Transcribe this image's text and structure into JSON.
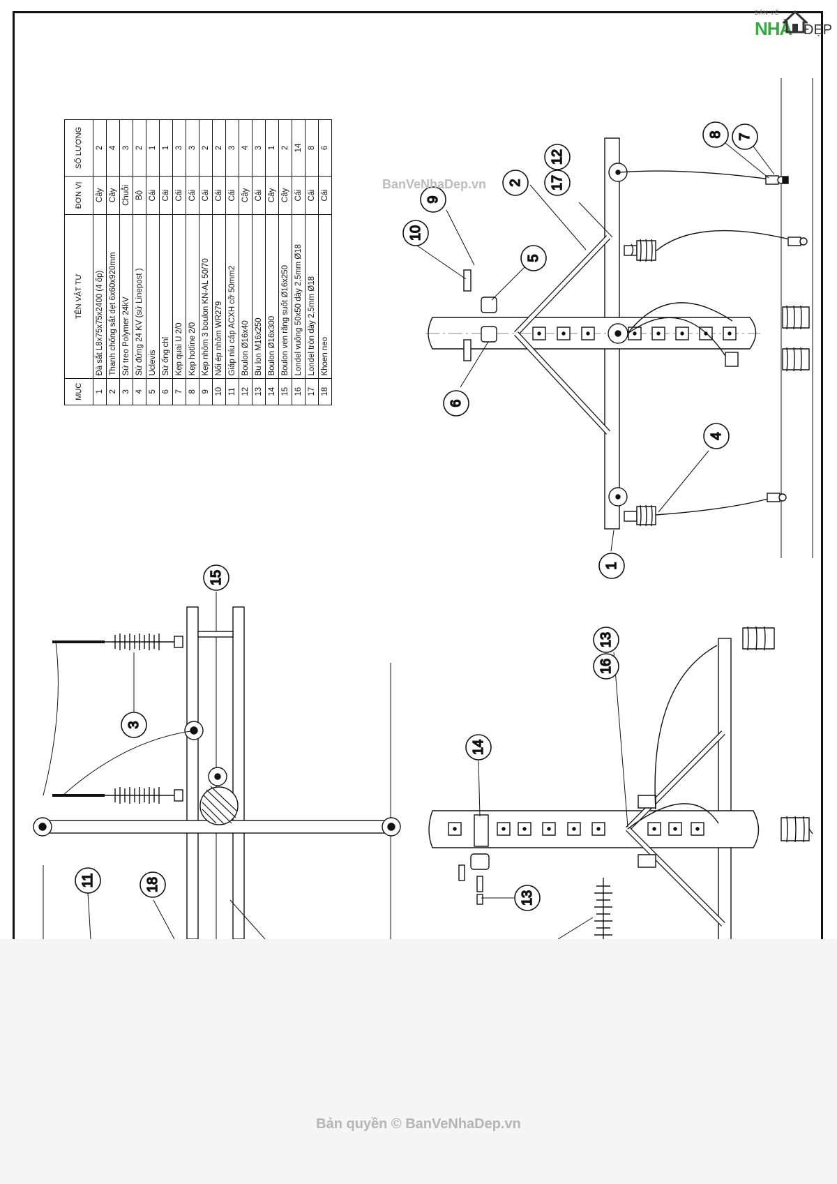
{
  "logo": {
    "top_text": "BẢN VẼ",
    "brand_a": "NHÀ",
    "brand_b": "ĐẸP"
  },
  "watermark": "BanVeNhaDep.vn",
  "copyright": "Bản quyền © BanVeNhaDep.vn",
  "table": {
    "headers": {
      "item": "MỤC",
      "name": "TÊN VẬT TƯ",
      "unit": "ĐƠN VỊ",
      "qty": "SỐ LƯỢNG"
    },
    "rows": [
      {
        "item": "1",
        "name": "Đà sắt L8x75x75x2400 (4 ốp)",
        "unit": "Cây",
        "qty": "2"
      },
      {
        "item": "2",
        "name": "Thanh chống sắt dẹt 6x60x920mm",
        "unit": "Cây",
        "qty": "4"
      },
      {
        "item": "3",
        "name": "Sứ treo Polymer 24kV",
        "unit": "Chuỗi",
        "qty": "3"
      },
      {
        "item": "4",
        "name": "Sứ đứng 24 KV (sứ Linepost )",
        "unit": "Bộ",
        "qty": "2"
      },
      {
        "item": "5",
        "name": "Uclevis",
        "unit": "Cái",
        "qty": "1"
      },
      {
        "item": "6",
        "name": "Sứ ống chỉ",
        "unit": "Cái",
        "qty": "1"
      },
      {
        "item": "7",
        "name": "Kẹp quai U 2/0",
        "unit": "Cái",
        "qty": "3"
      },
      {
        "item": "8",
        "name": "Kẹp hotline 2/0",
        "unit": "Cái",
        "qty": "3"
      },
      {
        "item": "9",
        "name": "Kẹp nhôm 3 boulon KN-AL 50/70",
        "unit": "Cái",
        "qty": "2"
      },
      {
        "item": "10",
        "name": "Nối ép nhôm WR279",
        "unit": "Cái",
        "qty": "2"
      },
      {
        "item": "11",
        "name": "Giáp níu cáp ACXH cỡ 50mm2",
        "unit": "Cái",
        "qty": "3"
      },
      {
        "item": "12",
        "name": "Boulon Ø16x40",
        "unit": "Cây",
        "qty": "4"
      },
      {
        "item": "13",
        "name": "Bu lon M16x250",
        "unit": "Cái",
        "qty": "3"
      },
      {
        "item": "14",
        "name": "Boulon Ø16x300",
        "unit": "Cây",
        "qty": "1"
      },
      {
        "item": "15",
        "name": "Boulon ven răng suốt Ø16x250",
        "unit": "Cây",
        "qty": "2"
      },
      {
        "item": "16",
        "name": "Londel vuông 50x50 dày 2,5mm Ø18",
        "unit": "Cái",
        "qty": "14"
      },
      {
        "item": "17",
        "name": "Londel tròn dày 2,5mm Ø18",
        "unit": "Cái",
        "qty": "8"
      },
      {
        "item": "18",
        "name": "Khoen neo",
        "unit": "Cái",
        "qty": "6"
      }
    ]
  },
  "callouts": {
    "c1": "1",
    "c2": "2",
    "c3": "3",
    "c4": "4",
    "c5": "5",
    "c6": "6",
    "c7": "7",
    "c8": "8",
    "c9": "9",
    "c10": "10",
    "c11": "11",
    "c12_17": "12 17",
    "c13": "13",
    "c13_16": "13 16",
    "c14": "14",
    "c15": "15",
    "c18": "18"
  }
}
